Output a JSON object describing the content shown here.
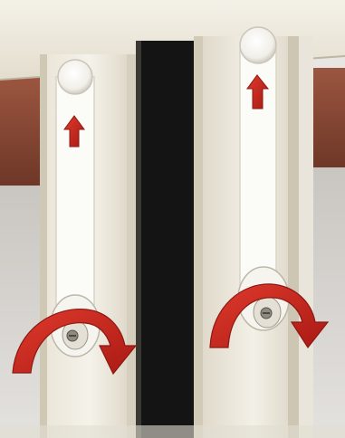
{
  "image": {
    "kind": "instruction-illustration",
    "colors": {
      "frame_white": "#f2efe6",
      "frame_shadow": "#cfc9b8",
      "wall_brown": "#8a4a34",
      "wall_dark": "#5b2e22",
      "gap_black": "#141414",
      "strap_white": "#fbfbf8",
      "arrow_red": "#c8261e",
      "arrow_dark": "#8e1812"
    },
    "elements": {
      "left_strap": {
        "icon": "strap",
        "arrow_up_icon": "up-arrow-icon",
        "rotate_arrow_icon": "rotate-clockwise-arrow-icon"
      },
      "right_strap": {
        "icon": "strap",
        "arrow_up_icon": "up-arrow-icon",
        "rotate_arrow_icon": "rotate-clockwise-arrow-icon"
      }
    }
  }
}
